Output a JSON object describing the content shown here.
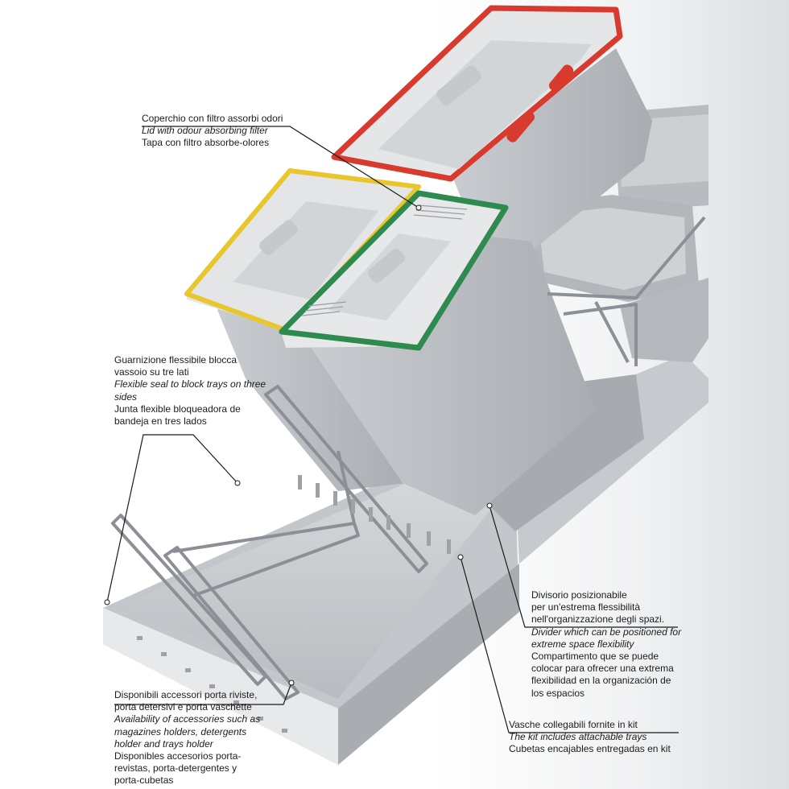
{
  "colors": {
    "lid_red": "#d83a2e",
    "lid_yellow": "#e9c62c",
    "lid_green": "#2e8a4e",
    "plastic_grey": "#bfc3c7",
    "chrome": "#8c9096"
  },
  "captions": {
    "lid": {
      "it": "Coperchio con filtro assorbi odori",
      "en": "Lid with odour absorbing filter",
      "es": "Tapa con filtro absorbe-olores"
    },
    "seal": {
      "it": [
        "Guarnizione flessibile blocca",
        "vassoio su tre lati"
      ],
      "en": [
        "Flexible seal to block trays on three",
        "sides"
      ],
      "es": [
        "Junta flexible bloqueadora de",
        "bandeja en tres lados"
      ]
    },
    "divider": {
      "it": [
        "Divisorio posizionabile",
        "per un'estrema flessibilità",
        "nell'organizzazione degli spazi."
      ],
      "en": [
        "Divider which can be positioned for",
        "extreme space flexibility"
      ],
      "es": [
        "Compartimento que se puede",
        "colocar para ofrecer una extrema",
        "flexibilidad en la organización de",
        "los espacios"
      ]
    },
    "accessories": {
      "it": [
        "Disponibili accessori porta riviste,",
        "porta detersivi e porta vaschette"
      ],
      "en": [
        "Availability of accessories such as",
        "magazines holders, detergents",
        "holder and trays holder"
      ],
      "es": [
        "Disponibles accesorios porta-",
        "revistas, porta-detergentes y",
        "porta-cubetas"
      ]
    },
    "trays": {
      "it": "Vasche collegabili fornite in kit",
      "en": "The kit includes attachable trays",
      "es": "Cubetas encajables entregadas en kit"
    }
  }
}
